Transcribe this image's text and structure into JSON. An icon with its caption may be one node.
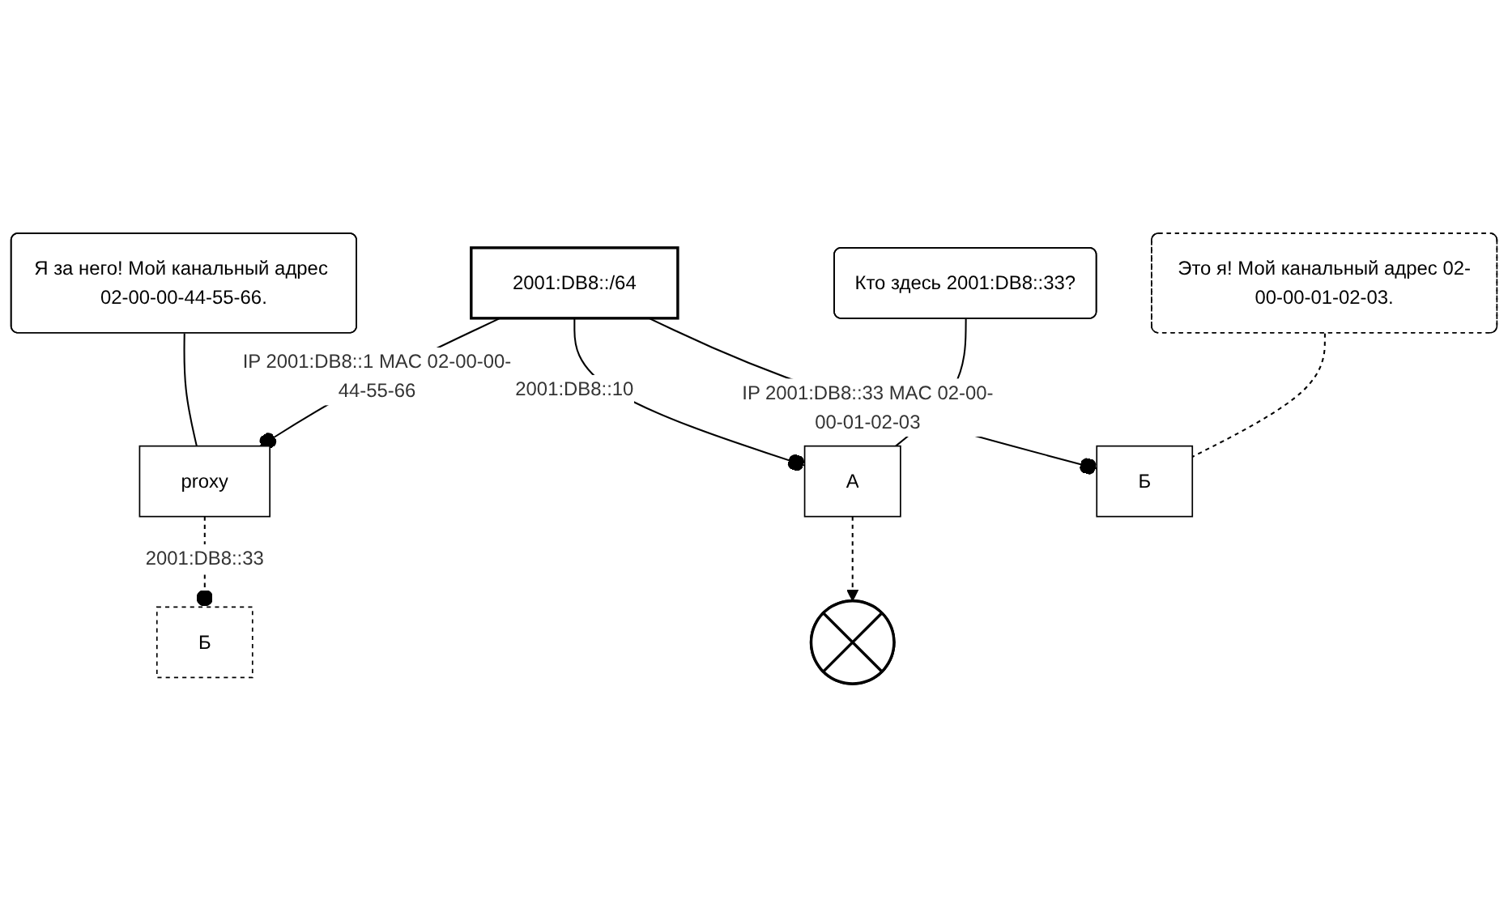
{
  "diagram": {
    "nodes": [
      {
        "text": [
          "Б"
        ]
      },
      {
        "text": [],
        "shape": "cross"
      },
      {
        "text": [
          "proxy"
        ]
      },
      {
        "text": [
          "Я за него! Мой канальный адрес 02-00-00-44-55-66."
        ]
      },
      {
        "text": [
          "2001:DB8::/64"
        ]
      },
      {
        "text": [
          "Кто здесь 2001:DB8::33?"
        ]
      },
      {
        "text": [
          "А"
        ]
      },
      {
        "text": [
          "Б"
        ]
      },
      {
        "text": [
          "Это я! Мой канальный адрес 02-00-00-01-02-03."
        ]
      }
    ],
    "edges": [
      {
        "from": 4,
        "to": 2,
        "arrow": "other",
        "label": "IP 2001:DB8::1 MAC 02-00-00-44-55-66"
      },
      {
        "from": 4,
        "to": 6,
        "arrow": "other",
        "label": "2001:DB8::10"
      },
      {
        "from": 4,
        "to": 7,
        "arrow": "other",
        "label": "IP 2001:DB8::33 MAC 02-00-00-01-02-03"
      },
      {
        "from": 2,
        "to": 0,
        "arrow": "other",
        "style": "dashed",
        "label": "2001:DB8::33"
      },
      {
        "from": 6,
        "to": 1,
        "arrow": "to",
        "style": "dashed"
      },
      {
        "from": 3,
        "to": 2,
        "arrow": "none"
      },
      {
        "from": 5,
        "to": 6,
        "arrow": "none"
      },
      {
        "from": 8,
        "to": 7,
        "arrow": "none",
        "style": "dashed"
      }
    ]
  }
}
